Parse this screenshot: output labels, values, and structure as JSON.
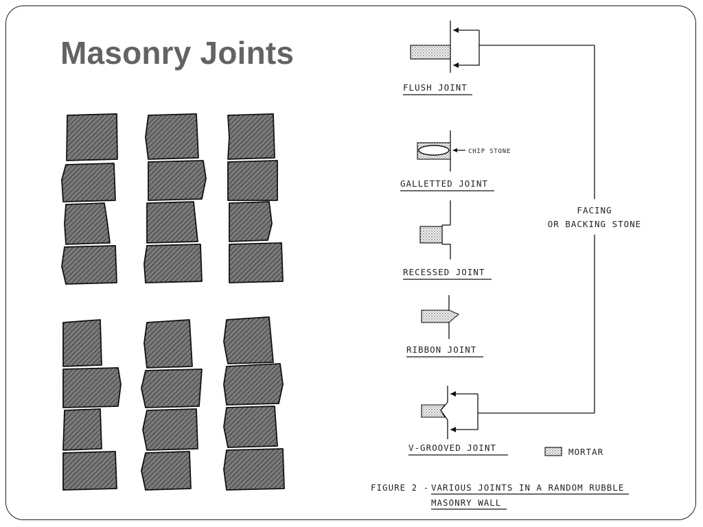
{
  "slide": {
    "title": "Masonry Joints"
  },
  "figure": {
    "joints": [
      {
        "id": "flush",
        "label": "FLUSH JOINT"
      },
      {
        "id": "galletted",
        "label": "GALLETTED JOINT",
        "note": "CHIP STONE"
      },
      {
        "id": "recessed",
        "label": "RECESSED JOINT"
      },
      {
        "id": "ribbon",
        "label": "RIBBON JOINT"
      },
      {
        "id": "vgrooved",
        "label": "V-GROOVED JOINT"
      }
    ],
    "facing_label_line1": "FACING",
    "facing_label_line2": "OR BACKING STONE",
    "legend_label": "MORTAR",
    "caption_prefix": "FIGURE 2 -",
    "caption_line1": "VARIOUS JOINTS IN A RANDOM RUBBLE",
    "caption_line2": "MASONRY WALL"
  },
  "colors": {
    "title": "#636363",
    "stone_fill": "#6f6f6f",
    "line": "#111111"
  }
}
